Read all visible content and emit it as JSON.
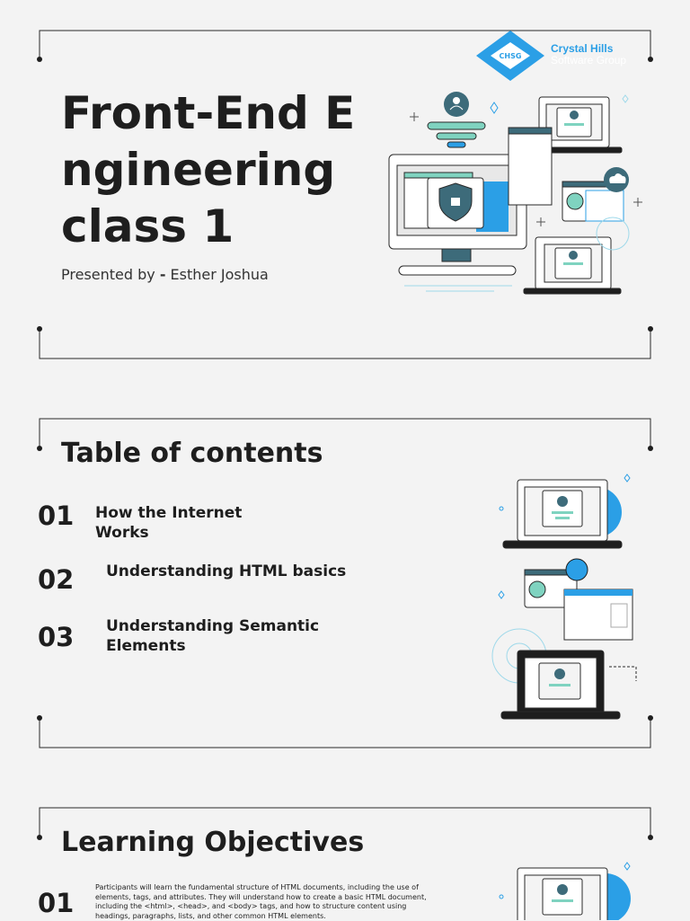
{
  "slide1": {
    "title": "Front-End Engineering class 1",
    "presenter_prefix": "Presented by ",
    "presenter_dash": "-",
    "presenter_name": " Esther Joshua"
  },
  "logo": {
    "badge": "CHSG",
    "line1": "Crystal Hills",
    "line2": "Software Group",
    "colors": {
      "blue": "#2b9fe6",
      "white": "#ffffff"
    }
  },
  "slide2": {
    "heading": "Table of contents",
    "items": [
      {
        "num": "01",
        "label": "How the Internet Works"
      },
      {
        "num": "02",
        "label": "Understanding HTML basics"
      },
      {
        "num": "03",
        "label": "Understanding Semantic Elements"
      }
    ]
  },
  "slide3": {
    "heading": "Learning Objectives",
    "num": "01",
    "text": "Participants will learn the fundamental structure of HTML documents, including the use of elements, tags, and attributes. They will understand how to create a basic HTML document, including the <html>, <head>, and <body> tags, and how to structure content using headings, paragraphs, lists, and other common HTML elements."
  },
  "colors": {
    "background": "#f3f3f3",
    "text": "#1e1e1e",
    "frame": "#2a2a2a",
    "accent_blue": "#2b9fe6",
    "accent_teal": "#7fd3c0",
    "dark_teal": "#3d6b7a"
  }
}
